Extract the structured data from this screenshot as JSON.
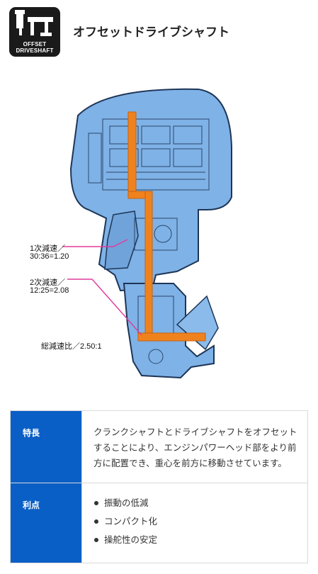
{
  "logo": {
    "line1": "OFFSET",
    "line2": "DRIVESHAFT"
  },
  "title": "オフセットドライブシャフト",
  "diagram": {
    "primary_label": "1次減速",
    "primary_ratio": "30:36=1.20",
    "secondary_label": "2次減速",
    "secondary_ratio": "12:25=2.08",
    "total_label": "総減速比",
    "total_ratio": "2.50:1",
    "colors": {
      "body": "#7fb2e6",
      "body_dark": "#1d3557",
      "shaft": "#f0821e",
      "leader": "#e23b9a"
    }
  },
  "table": {
    "feature_header": "特長",
    "feature_text": "クランクシャフトとドライブシャフトをオフセットすることにより、エンジンパワーヘッド部をより前方に配置でき、重心を前方に移動させています。",
    "benefit_header": "利点",
    "benefits": [
      "振動の低減",
      "コンパクト化",
      "操舵性の安定"
    ]
  }
}
